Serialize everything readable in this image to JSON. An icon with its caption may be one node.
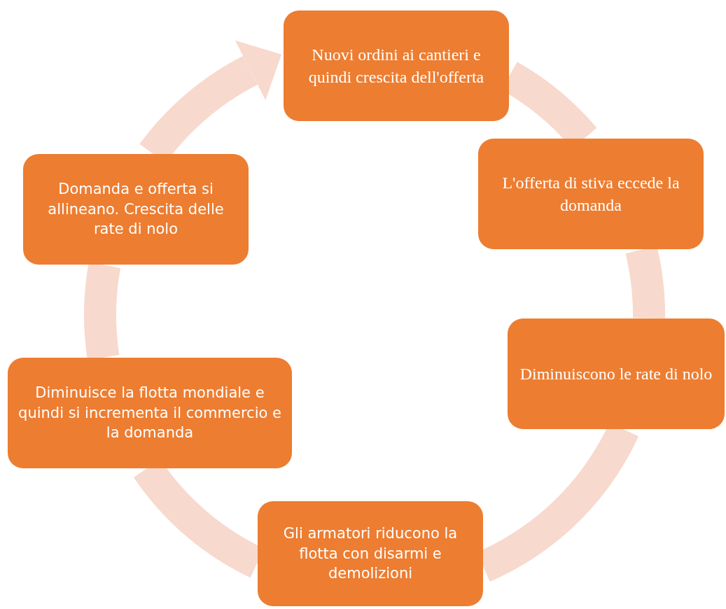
{
  "diagram": {
    "nodes": [
      {
        "text": [
          "Nuovi ordini ai cantieri e quindi crescita dell'offerta"
        ]
      },
      {
        "text": [
          "L'offerta di stiva eccede la domanda"
        ]
      },
      {
        "text": [
          "Diminuiscono le rate di nolo"
        ]
      },
      {
        "text": [
          "Gli armatori riducono la flotta con disarmi e demolizioni"
        ]
      },
      {
        "text": [
          "Diminuisce la flotta mondiale e quindi si incrementa il commercio e la domanda"
        ]
      },
      {
        "text": [
          "Domanda e offerta si allineano. Crescita delle rate di nolo"
        ]
      }
    ],
    "edges": [
      {
        "from": 0,
        "to": 1,
        "arrow": "none"
      },
      {
        "from": 1,
        "to": 2,
        "arrow": "none"
      },
      {
        "from": 2,
        "to": 3,
        "arrow": "none"
      },
      {
        "from": 3,
        "to": 4,
        "arrow": "none"
      },
      {
        "from": 4,
        "to": 5,
        "arrow": "none"
      },
      {
        "from": 5,
        "to": 0,
        "arrow": "to"
      }
    ]
  }
}
